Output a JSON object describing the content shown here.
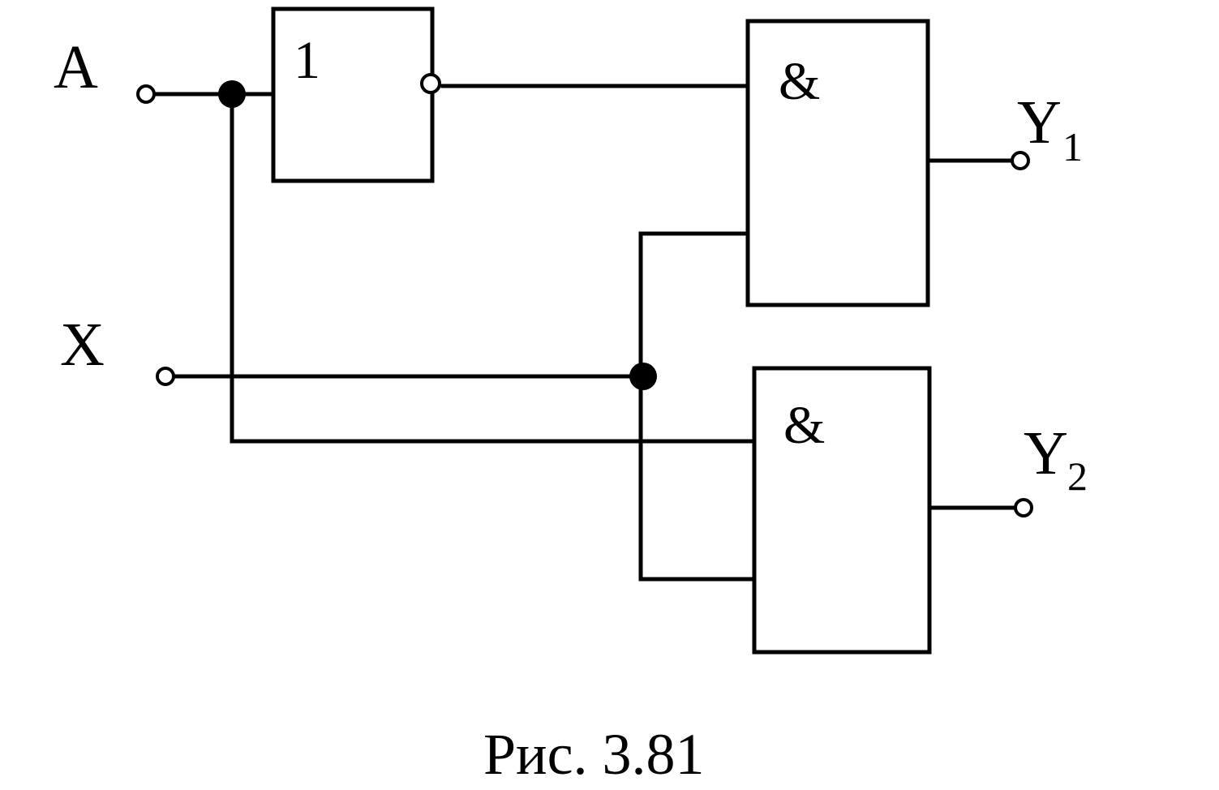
{
  "inputs": {
    "a": "A",
    "x": "X"
  },
  "outputs": {
    "y1": {
      "letter": "Y",
      "index": "1"
    },
    "y2": {
      "letter": "Y",
      "index": "2"
    }
  },
  "gates": {
    "not_gate": "1",
    "and_gate_1": "&",
    "and_gate_2": "&"
  },
  "caption": "Рис. 3.81",
  "colors": {
    "line": "#000000",
    "background": "#ffffff"
  }
}
